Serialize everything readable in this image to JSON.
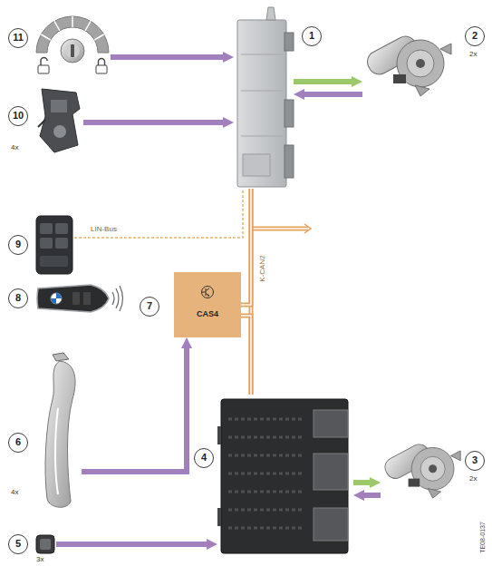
{
  "diagram": {
    "nodes": [
      {
        "text": [
          "11"
        ]
      },
      {
        "text": [
          "1"
        ]
      },
      {
        "text": [
          "2",
          "2x"
        ]
      },
      {
        "text": [
          "10",
          "4x"
        ]
      },
      {
        "text": [
          "9"
        ]
      },
      {
        "text": [
          "8"
        ]
      },
      {
        "text": [
          "7",
          "CAS4"
        ]
      },
      {
        "text": [
          "6",
          "4x"
        ]
      },
      {
        "text": [
          "4"
        ]
      },
      {
        "text": [
          "3",
          "2x"
        ]
      },
      {
        "text": [
          "5",
          "3x"
        ]
      }
    ],
    "edges": [
      {
        "from": 0,
        "to": 1,
        "arrow": "to"
      },
      {
        "from": 3,
        "to": 1,
        "arrow": "to"
      },
      {
        "from": 1,
        "to": 2,
        "arrow": "to"
      },
      {
        "from": 2,
        "to": 1,
        "arrow": "to"
      },
      {
        "from": 4,
        "to": 1,
        "label": "LIN-Bus",
        "arrow": "none"
      },
      {
        "from": 1,
        "to": 8,
        "label": "K-CAN2",
        "arrow": "none"
      },
      {
        "from": 6,
        "to": 1,
        "arrow": "none"
      },
      {
        "from": 6,
        "to": 8,
        "arrow": "none"
      },
      {
        "from": 7,
        "to": 6,
        "arrow": "to"
      },
      {
        "from": 10,
        "to": 8,
        "arrow": "to"
      },
      {
        "from": 8,
        "to": 9,
        "arrow": "to"
      },
      {
        "from": 9,
        "to": 8,
        "arrow": "to"
      }
    ],
    "labels": [
      "TE08-0137"
    ]
  }
}
